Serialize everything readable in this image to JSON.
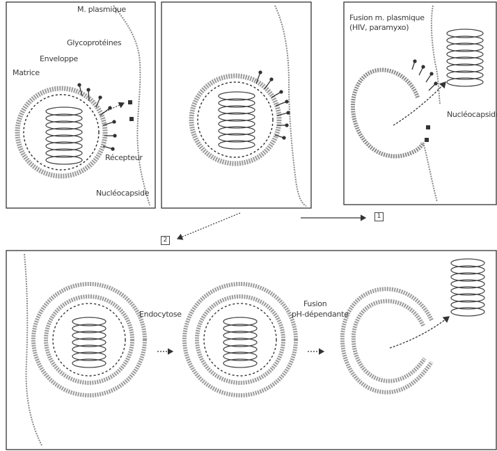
{
  "panel1": {
    "membrane": "M. plasmique",
    "glycoproteins": "Glycoprotéines",
    "envelope": "Enveloppe",
    "matrix": "Matrice",
    "receptor": "Récepteur",
    "nucleocapsid": "Nucléocapside"
  },
  "panel3": {
    "title_line1": "Fusion m. plasmique",
    "title_line2": "(HIV, paramyxo)",
    "nucleocapsid": "Nucléocapside"
  },
  "pathways": {
    "path1": "1",
    "path2": "2"
  },
  "bottom": {
    "endocytosis": "Endocytose",
    "fusion_line1": "Fusion",
    "fusion_line2": "pH-dépendante"
  }
}
